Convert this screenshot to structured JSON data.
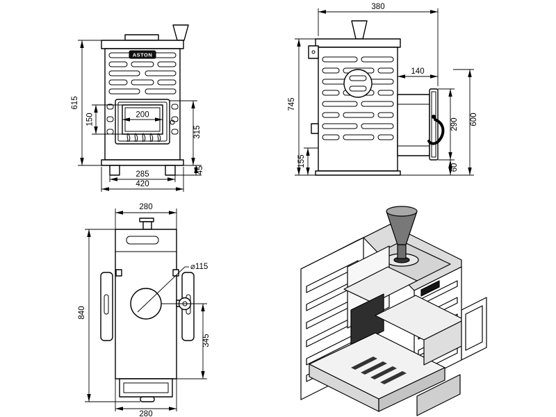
{
  "colors": {
    "line": "#000000",
    "background": "#ffffff",
    "iso_gray": "#d8d8d8",
    "funnel_gray": "#787878",
    "logo_bg": "#111111",
    "logo_text": "#ffffff"
  },
  "brand": {
    "logo": "ASTON"
  },
  "views": {
    "front": {
      "dims": {
        "overall_height": "615",
        "window_height": "150",
        "window_width": "200",
        "door_zone_height": "315",
        "leg_span": "285",
        "overall_width": "420",
        "leg_height": "45"
      }
    },
    "side": {
      "dims": {
        "overall_depth": "380",
        "overall_height": "745",
        "outlet_length": "140",
        "outlet_height": "290",
        "rear_height": "600",
        "lower_zone_height": "155",
        "outlet_ground_clearance": "60"
      }
    },
    "top": {
      "dims": {
        "width_top": "280",
        "overall_length": "840",
        "flue_diameter": "⌀115",
        "flue_offset": "345",
        "width_bottom": "280"
      }
    }
  }
}
